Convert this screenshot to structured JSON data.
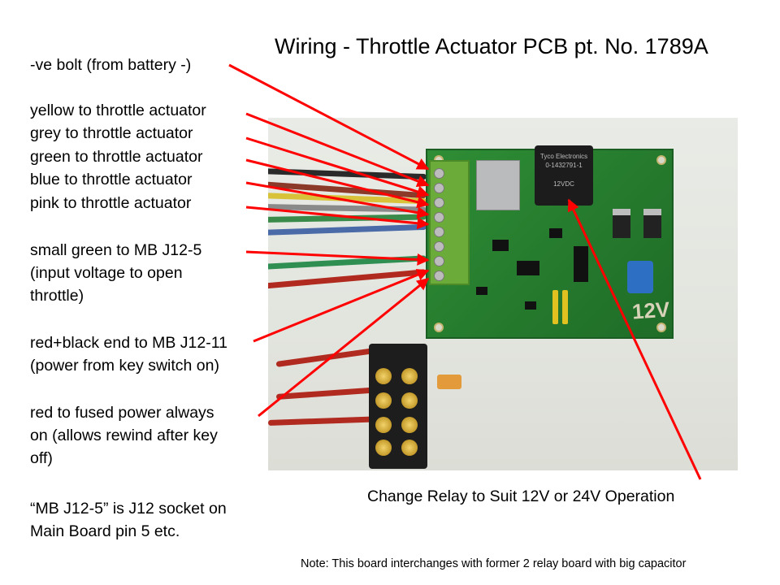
{
  "title": "Wiring - Throttle Actuator PCB pt. No. 1789A",
  "labels": [
    {
      "id": "ve-bolt",
      "lines": [
        "-ve bolt (from battery -)"
      ]
    },
    {
      "id": "yellow",
      "lines": [
        "yellow to throttle actuator"
      ]
    },
    {
      "id": "grey",
      "lines": [
        "grey to throttle actuator"
      ]
    },
    {
      "id": "green",
      "lines": [
        "green to throttle actuator"
      ]
    },
    {
      "id": "blue",
      "lines": [
        "blue to throttle actuator"
      ]
    },
    {
      "id": "pink",
      "lines": [
        "pink to throttle actuator"
      ]
    },
    {
      "id": "small-green",
      "lines": [
        "small green to MB J12-5",
        "(input voltage to open",
        "throttle)"
      ]
    },
    {
      "id": "red-black",
      "lines": [
        "red+black end to MB J12-11",
        "(power from key switch on)"
      ]
    },
    {
      "id": "red-fused",
      "lines": [
        "red to fused power always",
        "on (allows rewind after key",
        "off)"
      ]
    },
    {
      "id": "mb-note",
      "lines": [
        "“MB J12-5” is J12 socket on",
        "Main Board pin 5 etc."
      ]
    }
  ],
  "relay_caption": "Change Relay to Suit 12V or 24V Operation",
  "footer_note": "Note: This board interchanges with former 2 relay board with big capacitor",
  "photo_text": {
    "relay_brand": "Tyco Electronics",
    "relay_part": "0-1432791-1",
    "relay_voltage": "12VDC",
    "handwritten": "12V"
  },
  "colors": {
    "arrow": "#ff0000",
    "pcb": "#2a8431",
    "terminal_block": "#6aab3a"
  }
}
